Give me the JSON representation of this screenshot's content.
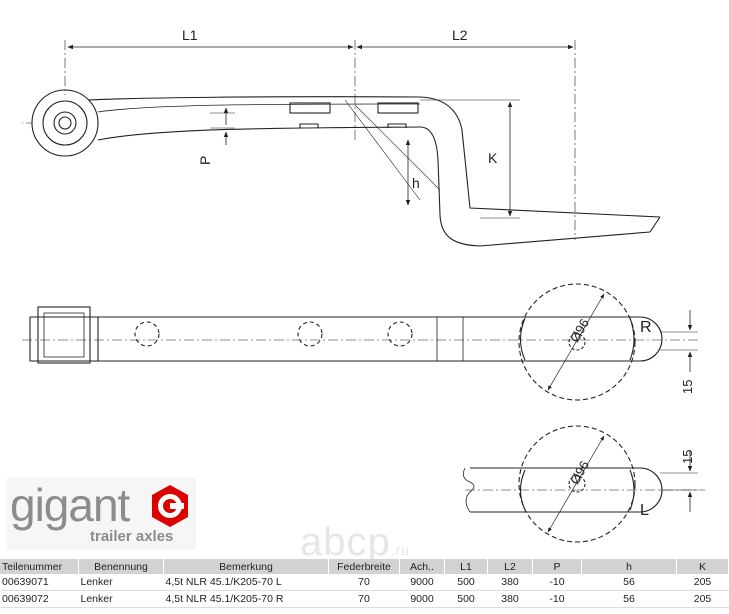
{
  "drawing": {
    "labels": {
      "L1": "L1",
      "L2": "L2",
      "P": "P",
      "h": "h",
      "K": "K",
      "R": "R",
      "L": "L",
      "dim15": "15",
      "dia96": "Ø96"
    }
  },
  "logo": {
    "word": "gigant",
    "sub": "trailer axles"
  },
  "watermark": {
    "text": "abcp",
    "suffix": ".ru"
  },
  "table": {
    "headers": [
      "Teilenummer",
      "Benennung",
      "Bemerkung",
      "Federbreite",
      "Ach..",
      "L1",
      "L2",
      "P",
      "h",
      "K"
    ],
    "rows": [
      [
        "00639071",
        "Lenker",
        "4,5t NLR 45.1/K205-70 L",
        "70",
        "9000",
        "500",
        "380",
        "-10",
        "56",
        "205"
      ],
      [
        "00639072",
        "Lenker",
        "4,5t NLR 45.1/K205-70 R",
        "70",
        "9000",
        "500",
        "380",
        "-10",
        "56",
        "205"
      ]
    ]
  }
}
